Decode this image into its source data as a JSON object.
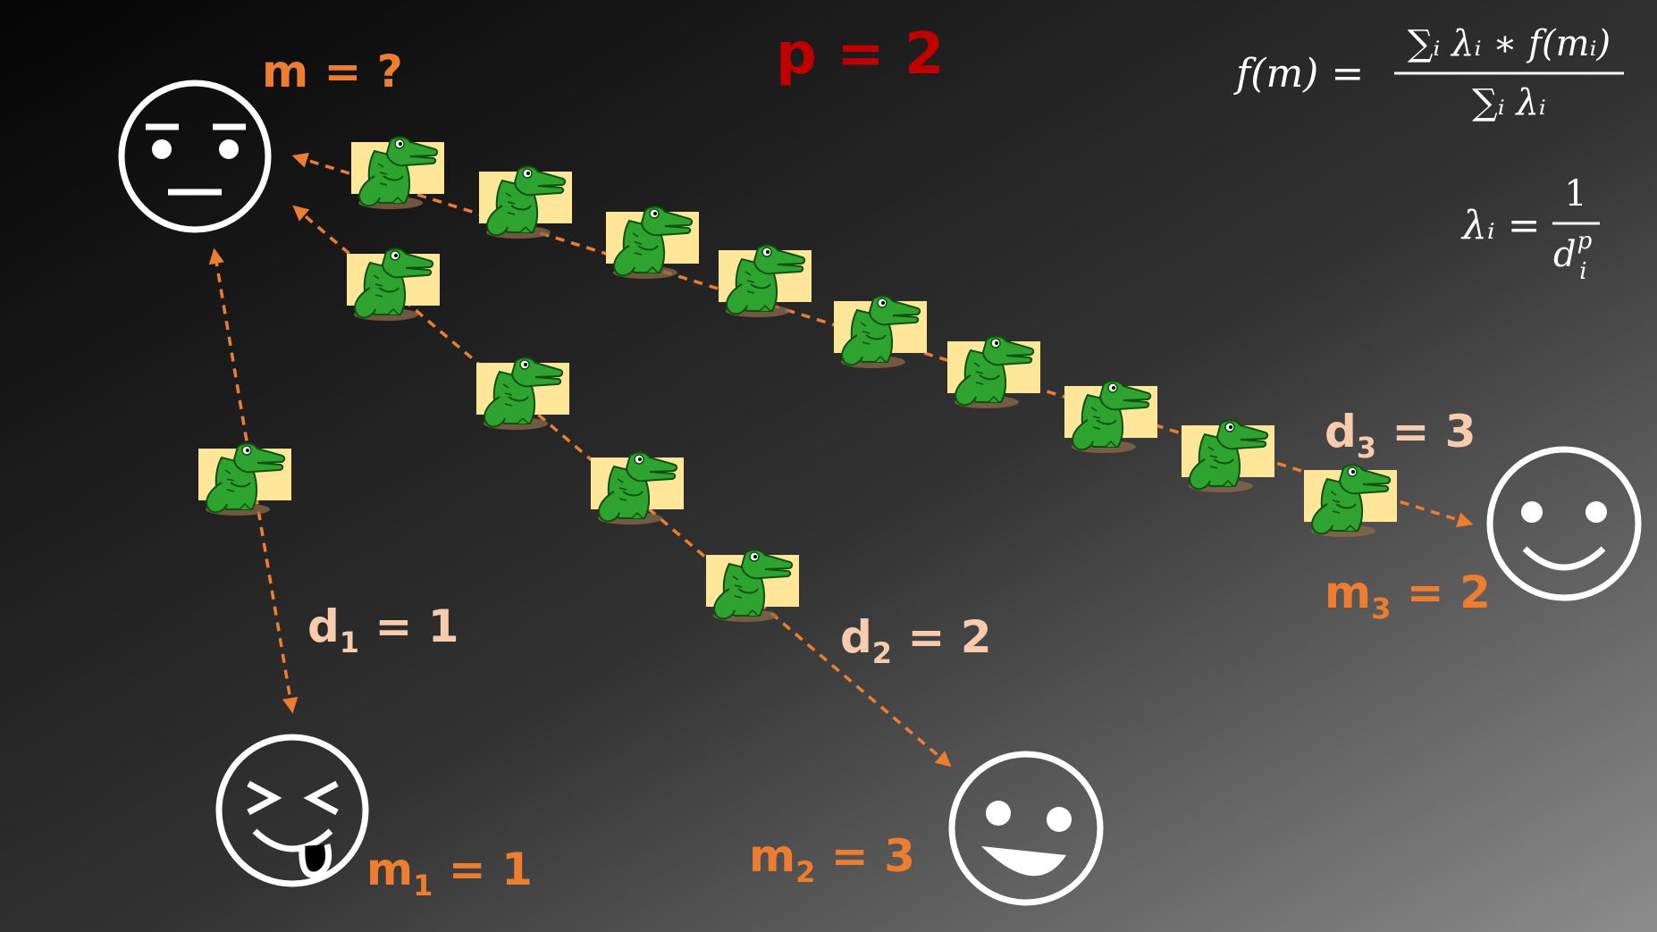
{
  "colors": {
    "orange": "#ED7D31",
    "peach": "#F8CBAD",
    "red": "#C00000",
    "white": "#FFFFFF",
    "croc_bg": "#FFE699",
    "croc_green": "#2FA32F",
    "bg_dark": "#0b0b0b",
    "bg_light": "#8a8a8a"
  },
  "icons": {
    "target": "neutral-face-icon",
    "sample1": "tongue-out-squint-face-icon",
    "sample2": "grinning-face-icon",
    "sample3": "smiling-face-icon",
    "step": "crocodile-icon"
  },
  "labels": {
    "unknown": "m = ?",
    "power": "p = 2",
    "m1_base": "m",
    "m1_sub": "1",
    "m1_tail": " = 1",
    "m2_base": "m",
    "m2_sub": "2",
    "m2_tail": " = 3",
    "m3_base": "m",
    "m3_sub": "3",
    "m3_tail": " = 2",
    "d1_base": "d",
    "d1_sub": "1",
    "d1_tail": " = 1",
    "d2_base": "d",
    "d2_sub": "2",
    "d2_tail": " = 2",
    "d3_base": "d",
    "d3_sub": "3",
    "d3_tail": " = 3"
  },
  "formula": {
    "lhs": "f(m) =",
    "numerator": "∑ᵢ λᵢ ∗ f(mᵢ)",
    "denominator": "∑ᵢ λᵢ",
    "lambda_lhs": "λᵢ =",
    "lambda_num": "1",
    "lambda_den_base": "d",
    "lambda_den_sup": "p",
    "lambda_den_sub": "i"
  },
  "paths": [
    {
      "to": "sample1",
      "distance": 1,
      "value": 1,
      "steps": 1
    },
    {
      "to": "sample2",
      "distance": 2,
      "value": 3,
      "steps": 4
    },
    {
      "to": "sample3",
      "distance": 3,
      "value": 2,
      "steps": 9
    }
  ]
}
